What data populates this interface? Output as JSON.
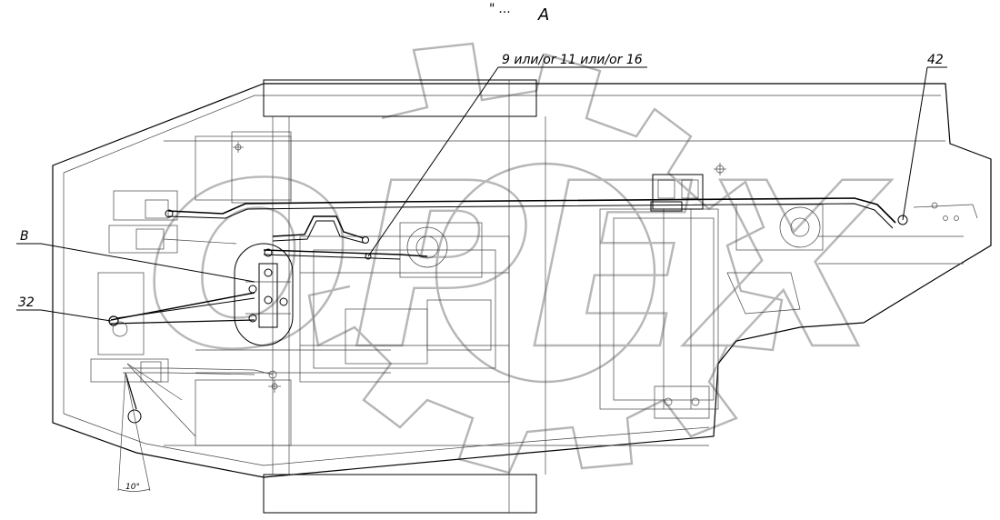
{
  "view_label": "A",
  "view_marks": "\" ...",
  "callouts": {
    "part_9_11_16": "9  или/or  11  или/or  16",
    "part_42": "42",
    "detail_b": "B",
    "part_32": "32"
  },
  "angle_label": "10°",
  "watermark": "OPEX"
}
